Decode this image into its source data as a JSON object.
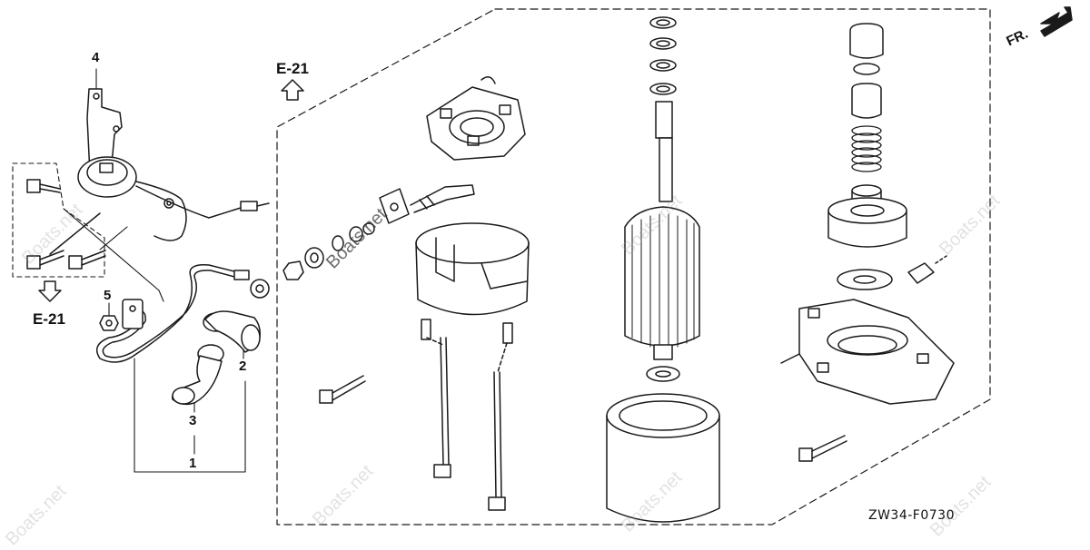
{
  "diagram": {
    "title": "",
    "drawing_code": "ZW34-F0730",
    "direction_label": "FR.",
    "section_refs": [
      {
        "label": "E-21",
        "arrow": "up"
      },
      {
        "label": "E-21",
        "arrow": "down"
      }
    ],
    "callouts": [
      "1",
      "2",
      "3",
      "4",
      "5"
    ],
    "watermark": "Boats.net"
  },
  "colors": {
    "line": "#1a1a1a",
    "fill": "#ffffff",
    "watermark": "#9a9a9a"
  }
}
